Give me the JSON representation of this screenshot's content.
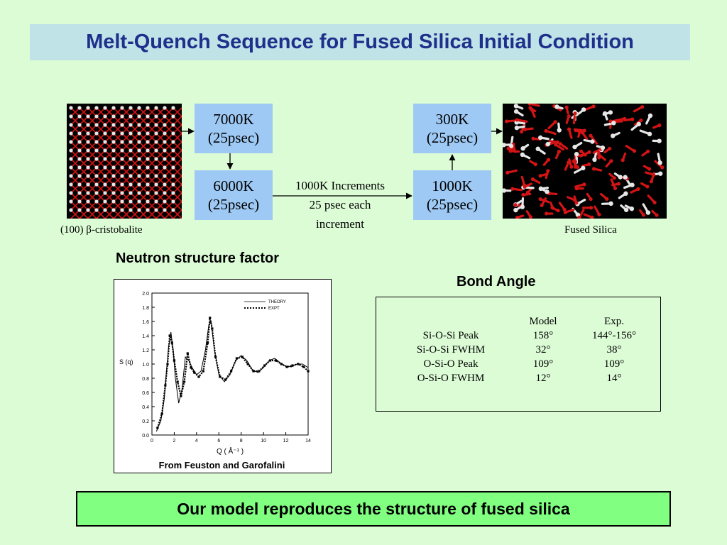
{
  "title": "Melt-Quench Sequence for Fused Silica Initial Condition",
  "sequence": {
    "box_7000": {
      "temp": "7000K",
      "time": "(25psec)"
    },
    "box_6000": {
      "temp": "6000K",
      "time": "(25psec)"
    },
    "box_1000": {
      "temp": "1000K",
      "time": "(25psec)"
    },
    "box_300": {
      "temp": "300K",
      "time": "(25psec)"
    },
    "increments_line1": "1000K Increments",
    "increments_line2": "25 psec each",
    "increments_line3": "increment",
    "crystal_label_prefix": "(100) ",
    "crystal_label_beta": "β",
    "crystal_label_suffix": "-cristobalite",
    "glass_label": "Fused Silica"
  },
  "neutron": {
    "heading": "Neutron structure factor",
    "credit": "From Feuston and Garofalini"
  },
  "chart_data": {
    "type": "line",
    "title": "",
    "xlabel": "Q ( Å⁻¹ )",
    "ylabel": "S (q)",
    "xlim": [
      0,
      14
    ],
    "ylim": [
      0,
      2.0
    ],
    "xticks": [
      "0",
      "2",
      "4",
      "6",
      "8",
      "10",
      "12",
      "14"
    ],
    "yticks": [
      "0.0",
      "0.2",
      "0.4",
      "0.6",
      "0.8",
      "1.0",
      "1.2",
      "1.4",
      "1.6",
      "1.8",
      "2.0"
    ],
    "legend": [
      "THEORY",
      "EXPT"
    ],
    "legend_position": "top-right",
    "series": [
      {
        "name": "THEORY",
        "style": "line",
        "x": [
          0.4,
          0.8,
          1.1,
          1.3,
          1.5,
          1.7,
          1.9,
          2.1,
          2.4,
          2.7,
          3.0,
          3.3,
          3.6,
          4.0,
          4.4,
          4.8,
          5.1,
          5.3,
          5.6,
          6.0,
          6.5,
          7.0,
          7.5,
          8.0,
          8.5,
          9.0,
          9.5,
          10.0,
          10.5,
          11.0,
          11.5,
          12.0,
          12.5,
          13.0,
          13.5,
          14.0
        ],
        "y": [
          0.05,
          0.2,
          0.5,
          0.9,
          1.25,
          1.45,
          1.2,
          0.8,
          0.45,
          0.65,
          1.1,
          1.05,
          0.95,
          0.85,
          0.9,
          1.2,
          1.55,
          1.6,
          1.2,
          0.85,
          0.75,
          0.85,
          1.05,
          1.12,
          1.05,
          0.92,
          0.88,
          0.95,
          1.05,
          1.08,
          1.02,
          0.97,
          0.96,
          1.0,
          1.0,
          0.95
        ]
      },
      {
        "name": "EXPT",
        "style": "points",
        "x": [
          0.5,
          0.9,
          1.2,
          1.4,
          1.6,
          1.8,
          2.0,
          2.3,
          2.6,
          2.9,
          3.2,
          3.5,
          3.8,
          4.2,
          4.6,
          5.0,
          5.2,
          5.4,
          5.7,
          6.1,
          6.6,
          7.1,
          7.6,
          8.1,
          8.6,
          9.1,
          9.6,
          10.1,
          10.6,
          11.1,
          11.6,
          12.1,
          12.6,
          13.1,
          13.6,
          14.0
        ],
        "y": [
          0.1,
          0.3,
          0.7,
          1.0,
          1.4,
          1.3,
          1.05,
          0.75,
          0.55,
          0.75,
          1.15,
          0.95,
          0.88,
          0.82,
          0.9,
          1.3,
          1.65,
          1.5,
          1.1,
          0.82,
          0.78,
          0.9,
          1.08,
          1.1,
          1.0,
          0.9,
          0.9,
          0.98,
          1.05,
          1.05,
          1.0,
          0.96,
          0.98,
          1.0,
          0.96,
          0.9
        ]
      }
    ]
  },
  "bond_angle": {
    "heading": "Bond Angle",
    "col_model": "Model",
    "col_exp": "Exp.",
    "rows": [
      {
        "label": "Si-O-Si Peak",
        "model": "158°",
        "exp": "144°-156°"
      },
      {
        "label": "Si-O-Si FWHM",
        "model": "32°",
        "exp": "38°"
      },
      {
        "label": "O-Si-O Peak",
        "model": "109°",
        "exp": "109°"
      },
      {
        "label": "O-Si-O FWHM",
        "model": "12°",
        "exp": "14°"
      }
    ]
  },
  "conclusion": "Our model reproduces the structure of fused silica",
  "colors": {
    "background": "#dcfcd6",
    "title_bar": "#bfe3e6",
    "title_text": "#1f2f8c",
    "temp_box": "#9ec9f4",
    "conclusion_box": "#80ff80",
    "oxygen_atom": "#d41414",
    "silicon_atom": "#e6e6e6"
  }
}
